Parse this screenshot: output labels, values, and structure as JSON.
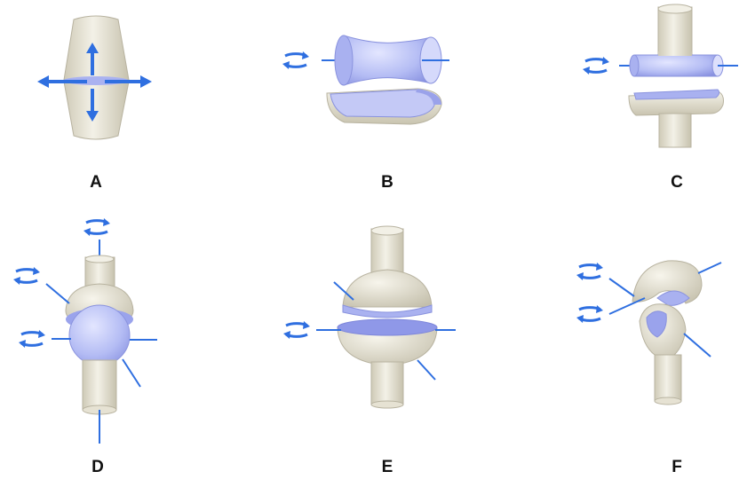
{
  "figure": {
    "panels": [
      {
        "id": "A",
        "label": "A",
        "joint": "plane",
        "rotation_icons": 0
      },
      {
        "id": "B",
        "label": "B",
        "joint": "hinge",
        "rotation_icons": 1
      },
      {
        "id": "C",
        "label": "C",
        "joint": "pivot",
        "rotation_icons": 1
      },
      {
        "id": "D",
        "label": "D",
        "joint": "ball-and-socket",
        "rotation_icons": 3
      },
      {
        "id": "E",
        "label": "E",
        "joint": "condyloid",
        "rotation_icons": 1
      },
      {
        "id": "F",
        "label": "F",
        "joint": "saddle",
        "rotation_icons": 2
      }
    ]
  },
  "colors": {
    "bone": "#ece9dd",
    "bone_shadow": "#c9c4b2",
    "cartilage": "#b9c0f3",
    "cartilage_dark": "#8f98e8",
    "arrow": "#2f6fe0",
    "background": "#ffffff"
  },
  "icons": [
    "rotation-arrow-icon",
    "translation-arrow-icon"
  ]
}
